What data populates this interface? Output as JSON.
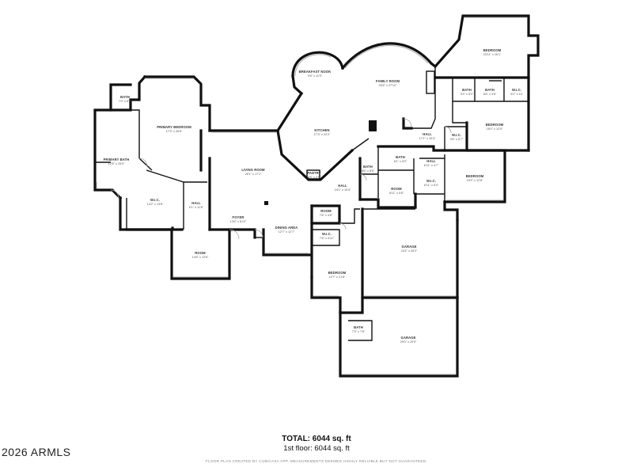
{
  "rooms": [
    {
      "name": "BREAKFAST NOOK",
      "dims": "9'6\" x 11'0\""
    },
    {
      "name": "FAMILY ROOM",
      "dims": "25'8\" x 27'10\""
    },
    {
      "name": "BEDROOM",
      "dims": "23'11\" x 16'1\""
    },
    {
      "name": "BATH",
      "dims": "7'0\" x 6'5\""
    },
    {
      "name": "PRIMARY BEDROOM",
      "dims": "17'3\" x 26'8\""
    },
    {
      "name": "BATH",
      "dims": "3'3\" x 5'0\""
    },
    {
      "name": "BATH",
      "dims": "6'6\" x 3'6\""
    },
    {
      "name": "W.I.C.",
      "dims": "6'2\" x 10'"
    },
    {
      "name": "KITCHEN",
      "dims": "17'3\" x 22'2\""
    },
    {
      "name": "BEDROOM",
      "dims": "16'0\" x 12'5\""
    },
    {
      "name": "HALL",
      "dims": "17'1\" x 19'4\""
    },
    {
      "name": "W.I.C.",
      "dims": "3'6\" x 5'7\""
    },
    {
      "name": "PRIMARY BATH",
      "dims": "12'8\" x 25'0\""
    },
    {
      "name": "BATH",
      "dims": "8'1\" x 5'0\""
    },
    {
      "name": "BATH",
      "dims": "8'6\" x 8'6\""
    },
    {
      "name": "HALL",
      "dims": "6'11\" x 4'7\""
    },
    {
      "name": "LIVING ROOM",
      "dims": "26'1\" x 17'1\""
    },
    {
      "name": "PANTRY",
      "dims": "4'6\" x 4'5\""
    },
    {
      "name": "BEDROOM",
      "dims": "15'3\" x 12'8\""
    },
    {
      "name": "W.I.C.",
      "dims": "14'2\" x 13'6\""
    },
    {
      "name": "HALL",
      "dims": "24'1\" x 15'3\""
    },
    {
      "name": "W.I.C.",
      "dims": "6'11\" x 5'4\""
    },
    {
      "name": "ROOM",
      "dims": "8'11\" x 9'6\""
    },
    {
      "name": "HALL",
      "dims": "6'1\" x 11'6\""
    },
    {
      "name": "ROOM",
      "dims": "7'6\" x 4'6\""
    },
    {
      "name": "FOYER",
      "dims": "13'6\" x 8'10\""
    },
    {
      "name": "DINING AREA",
      "dims": "12'7\" x 12'7\""
    },
    {
      "name": "W.I.C.",
      "dims": "7'6\" x 4'11\""
    },
    {
      "name": "GARAGE",
      "dims": "24'4\" x 26'2\""
    },
    {
      "name": "ROOM",
      "dims": "14'8\" x 12'6\""
    },
    {
      "name": "BEDROOM",
      "dims": "12'7\" x 21'8\""
    },
    {
      "name": "BATH",
      "dims": "7'3\" x 7'8\""
    },
    {
      "name": "GARAGE",
      "dims": "29'0\" x 20'0\""
    }
  ],
  "summary": {
    "total_label": "TOTAL: 6044 sq. ft",
    "floor_label": "1st floor: 6044 sq. ft"
  },
  "copyright": "2026 ARMLS",
  "disclaimer": "FLOOR PLAN CREATED BY CUBICASA APP. MEASUREMENTS DEEMED HIGHLY RELIABLE BUT NOT GUARANTEED."
}
